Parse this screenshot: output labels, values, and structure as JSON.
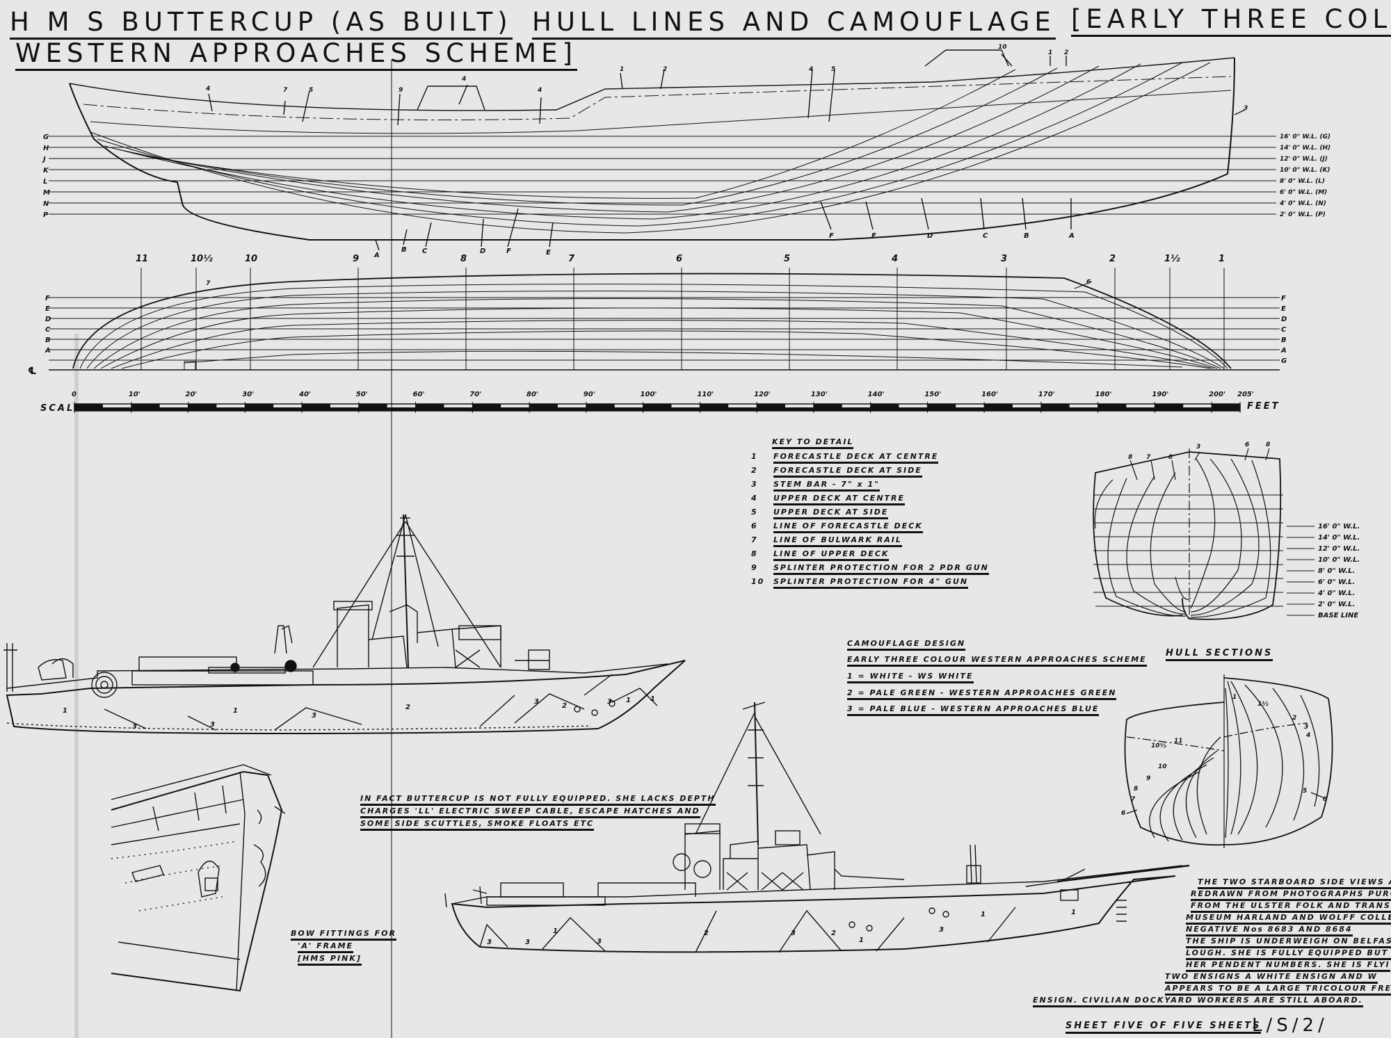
{
  "title": {
    "line1_part1": "H M S  BUTTERCUP (AS BUILT)",
    "line1_part2": "HULL LINES AND CAMOUFLAGE",
    "line1_part3": "[EARLY THREE COLOU",
    "line2": "WESTERN APPROACHES SCHEME]"
  },
  "profile": {
    "waterlines": [
      "16' 0\" W.L. (G)",
      "14' 0\" W.L. (H)",
      "12' 0\" W.L. (J)",
      "10' 0\" W.L. (K)",
      "8' 0\" W.L. (L)",
      "6' 0\" W.L. (M)",
      "4' 0\" W.L. (N)",
      "2' 0\" W.L. (P)"
    ],
    "left_letters": [
      "G",
      "H",
      "J",
      "K",
      "L",
      "M",
      "N",
      "P"
    ],
    "buttock_letters": [
      "A",
      "B",
      "C",
      "D",
      "F",
      "E",
      "F",
      "E",
      "D",
      "C",
      "B",
      "A"
    ],
    "callouts": [
      "4",
      "7",
      "5",
      "9",
      "4",
      "4",
      "1",
      "2",
      "4",
      "5",
      "10",
      "1",
      "2",
      "3"
    ]
  },
  "plan": {
    "stations": [
      "11",
      "10½",
      "10",
      "9",
      "8",
      "7",
      "6",
      "5",
      "4",
      "3",
      "2",
      "1½",
      "1"
    ],
    "left_letters": [
      "F",
      "E",
      "D",
      "C",
      "B",
      "A"
    ],
    "right_letters": [
      "F",
      "E",
      "D",
      "C",
      "B",
      "A",
      "G"
    ],
    "centre_mark": "℄",
    "callouts": [
      "7",
      "6"
    ]
  },
  "scale": {
    "label": "SCALE",
    "unit": "FEET",
    "ticks": [
      "0",
      "10'",
      "20'",
      "30'",
      "40'",
      "50'",
      "60'",
      "70'",
      "80'",
      "90'",
      "100'",
      "110'",
      "120'",
      "130'",
      "140'",
      "150'",
      "160'",
      "170'",
      "180'",
      "190'",
      "200'",
      "205'"
    ]
  },
  "key": {
    "heading": "KEY TO DETAIL",
    "items": [
      {
        "n": "1",
        "text": "FORECASTLE DECK AT CENTRE"
      },
      {
        "n": "2",
        "text": "FORECASTLE DECK AT SIDE"
      },
      {
        "n": "3",
        "text": "STEM BAR - 7\" x 1\""
      },
      {
        "n": "4",
        "text": "UPPER DECK AT CENTRE"
      },
      {
        "n": "5",
        "text": "UPPER DECK AT SIDE"
      },
      {
        "n": "6",
        "text": "LINE OF FORECASTLE DECK"
      },
      {
        "n": "7",
        "text": "LINE OF BULWARK RAIL"
      },
      {
        "n": "8",
        "text": "LINE OF UPPER DECK"
      },
      {
        "n": "9",
        "text": "SPLINTER PROTECTION FOR 2 PDR GUN"
      },
      {
        "n": "10",
        "text": "SPLINTER PROTECTION FOR 4\" GUN"
      }
    ]
  },
  "camouflage": {
    "heading": "CAMOUFLAGE DESIGN",
    "subheading": "EARLY THREE COLOUR WESTERN APPROACHES SCHEME",
    "items": [
      "1 = WHITE - WS WHITE",
      "2 = PALE GREEN - WESTERN APPROACHES GREEN",
      "3 = PALE BLUE - WESTERN APPROACHES BLUE"
    ]
  },
  "body_plan": {
    "waterlines": [
      "16' 0\" W.L.",
      "14' 0\" W.L.",
      "12' 0\" W.L.",
      "10' 0\" W.L.",
      "8' 0\" W.L.",
      "6' 0\" W.L.",
      "4' 0\" W.L.",
      "2' 0\" W.L.",
      "BASE LINE"
    ],
    "callouts": [
      "8",
      "7",
      "8",
      "3",
      "6",
      "8"
    ],
    "section_callouts": [
      "1",
      "1½",
      "2",
      "3",
      "4",
      "5",
      "6",
      "10½",
      "11",
      "10",
      "9",
      "8",
      "7",
      "6"
    ],
    "heading": "HULL SECTIONS"
  },
  "note_equipment": [
    "IN FACT BUTTERCUP IS NOT FULLY EQUIPPED. SHE LACKS DEPTH",
    "CHARGES 'LL' ELECTRIC SWEEP CABLE, ESCAPE HATCHES AND",
    "SOME SIDE SCUTTLES, SMOKE FLOATS ETC"
  ],
  "bow_caption": [
    "BOW FITTINGS FOR",
    "'A' FRAME",
    "[HMS PINK]"
  ],
  "note_photos": [
    "THE TWO STARBOARD SIDE VIEWS A",
    "REDRAWN FROM PHOTOGRAPHS PURC",
    "FROM THE ULSTER FOLK AND TRANS",
    "MUSEUM HARLAND AND WOLFF COLLE",
    "NEGATIVE Nos 8683 AND 8684",
    "THE SHIP IS UNDERWEIGH ON BELFAS",
    "LOUGH. SHE IS FULLY EQUIPPED BUT LA",
    "HER PENDENT NUMBERS. SHE IS FLYI",
    "TWO ENSIGNS A WHITE ENSIGN AND W",
    "APPEARS TO BE A LARGE TRICOLOUR FRENC",
    "ENSIGN. CIVILIAN DOCKYARD WORKERS ARE STILL ABOARD."
  ],
  "camo_numbers_ship1": [
    "1",
    "3",
    "3",
    "1",
    "3",
    "2",
    "3",
    "2",
    "3",
    "1",
    "1"
  ],
  "camo_numbers_ship2": [
    "3",
    "3",
    "3",
    "1",
    "2",
    "3",
    "2",
    "1",
    "3",
    "1",
    "1"
  ],
  "footer": {
    "sheet": "SHEET FIVE OF FIVE SHEETS",
    "drawing_no": "L/S/2/"
  },
  "colors": {
    "paper": "#e7e8e6",
    "ink": "#111111"
  }
}
